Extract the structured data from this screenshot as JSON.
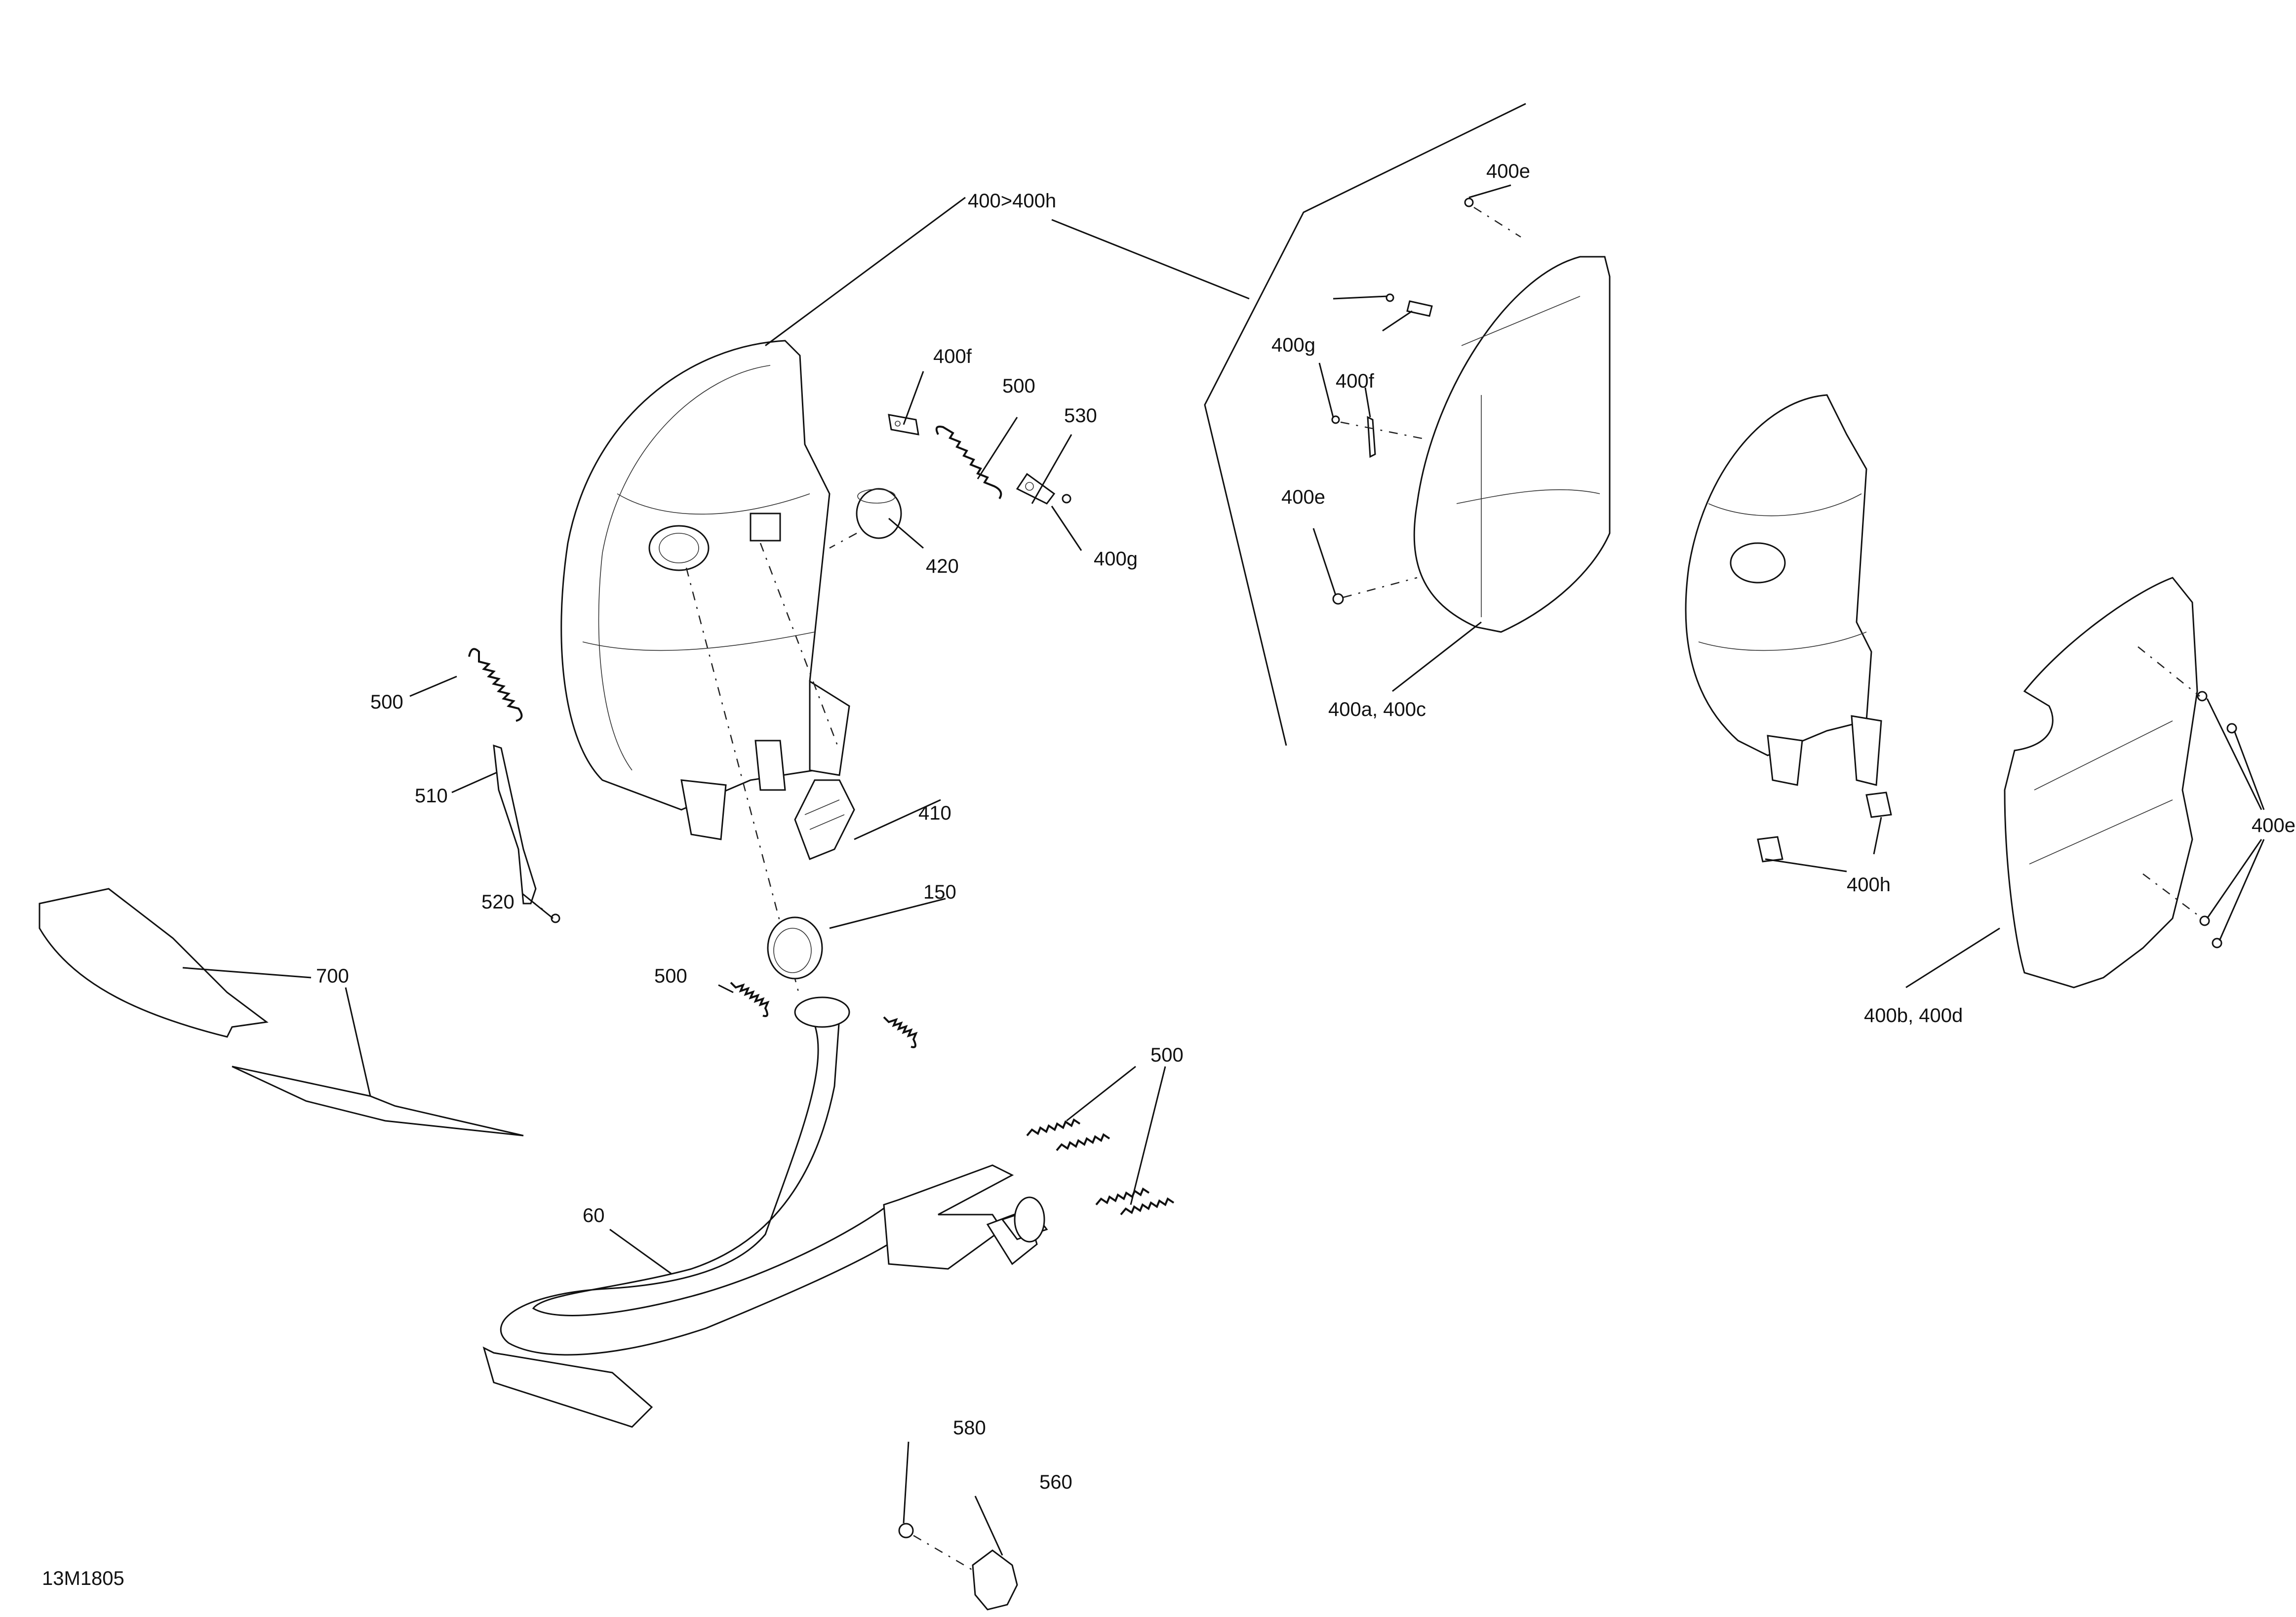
{
  "figure_id": "13M1805",
  "callouts": {
    "assy": "400>400h",
    "c400f_main": "400f",
    "c500_top": "500",
    "c530": "530",
    "c420": "420",
    "c400g_main": "400g",
    "c500_left": "500",
    "c510": "510",
    "c520": "520",
    "c410": "410",
    "c150": "150",
    "c700": "700",
    "c500_mid": "500",
    "c500_right": "500",
    "c60": "60",
    "c580": "580",
    "c560": "560",
    "c400e_top": "400e",
    "c400g_detail": "400g",
    "c400f_detail": "400f",
    "c400e_mid": "400e",
    "c400ac": "400a, 400c",
    "c400h": "400h",
    "c400e_right": "400e",
    "c400bd": "400b, 400d"
  },
  "colors": {
    "line": "#111111",
    "background": "#ffffff"
  }
}
